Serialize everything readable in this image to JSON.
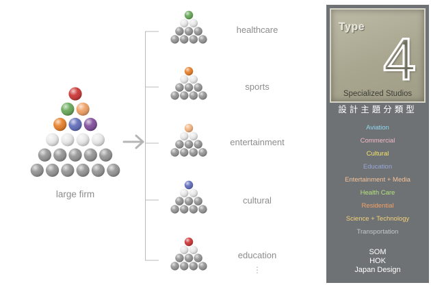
{
  "diagram": {
    "large_firm": {
      "label": "large firm",
      "rows": [
        [
          "#c82c2b"
        ],
        [
          "#5fa350",
          "#ee9b5c"
        ],
        [
          "#e5781e",
          "#5966b8",
          "#7a4596"
        ],
        [
          "#e8e8e8",
          "#e8e8e8",
          "#e8e8e8",
          "#e8e8e8"
        ],
        [
          "#8f8f8f",
          "#8f8f8f",
          "#8f8f8f",
          "#8f8f8f",
          "#8f8f8f"
        ],
        [
          "#8f8f8f",
          "#8f8f8f",
          "#8f8f8f",
          "#8f8f8f",
          "#8f8f8f",
          "#8f8f8f"
        ]
      ]
    },
    "studios": [
      {
        "label": "healthcare",
        "top_color": "#5fa350"
      },
      {
        "label": "sports",
        "top_color": "#e5781e"
      },
      {
        "label": "entertainment",
        "top_color": "#f2b07a"
      },
      {
        "label": "cultural",
        "top_color": "#5966b8"
      },
      {
        "label": "education",
        "top_color": "#c82c2b"
      }
    ],
    "continuation": "⋮"
  },
  "panel": {
    "type_word": "Type",
    "type_number": "4",
    "subtitle": "Specialized Studios",
    "cjk_title": "設計主題分類型",
    "categories": [
      {
        "label": "Aviation",
        "color": "#8fd6ef"
      },
      {
        "label": "Commercial",
        "color": "#f4b8c8"
      },
      {
        "label": "Cultural",
        "color": "#f5e46a"
      },
      {
        "label": "Education",
        "color": "#9aa7dc"
      },
      {
        "label": "Entertainment + Media",
        "color": "#f6c39a"
      },
      {
        "label": "Health Care",
        "color": "#b4e27c"
      },
      {
        "label": "Residential",
        "color": "#f4a066"
      },
      {
        "label": "Science + Technology",
        "color": "#f4d27a"
      },
      {
        "label": "Transportation",
        "color": "#c5c8cc"
      }
    ],
    "firms": [
      "SOM",
      "HOK",
      "Japan Design"
    ]
  }
}
